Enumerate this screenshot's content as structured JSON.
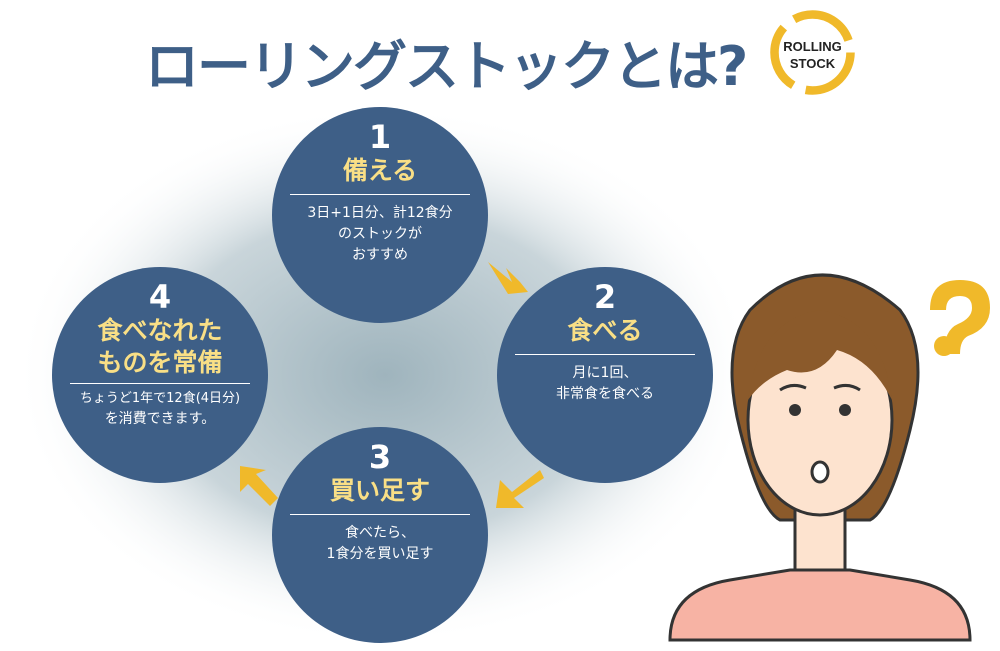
{
  "title": "ローリングストックとは?",
  "logo": {
    "line1": "ROLLING",
    "line2": "STOCK"
  },
  "steps": [
    {
      "num": "1",
      "head": "備える",
      "desc1": "3日+1日分、計12食分",
      "desc2": "のストックが",
      "desc3": "おすすめ"
    },
    {
      "num": "2",
      "head": "食べる",
      "desc1": "月に1回、",
      "desc2": "非常食を食べる"
    },
    {
      "num": "3",
      "head": "買い足す",
      "desc1": "食べたら、",
      "desc2": "1食分を買い足す"
    },
    {
      "num": "4",
      "head1": "食べなれた",
      "head2": "ものを常備",
      "desc1": "ちょうど1年で12食(4日分)",
      "desc2": "を消費できます。"
    }
  ],
  "colors": {
    "circle": "#3e5f87",
    "heading": "#f9df86",
    "arrow": "#f0b92a"
  }
}
